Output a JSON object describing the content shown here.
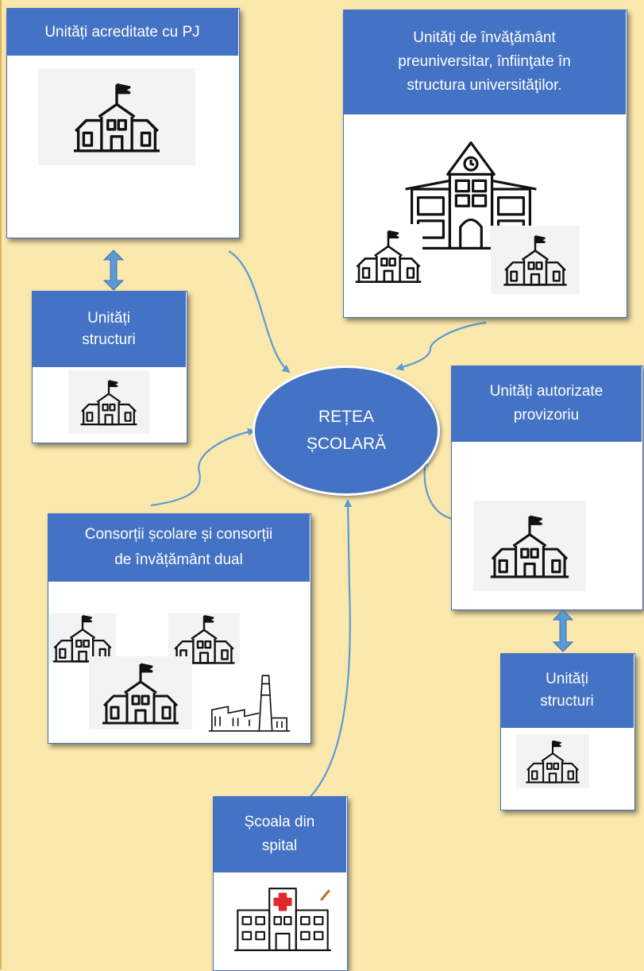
{
  "center": {
    "line1": "REȚEA",
    "line2": "ȘCOLARĂ"
  },
  "nodes": {
    "acreditate": {
      "title": "Unități acreditate cu PJ"
    },
    "universitati": {
      "title": "Unităţi de învăţământ preuniversitar, înfiinţate în structura universităţilor."
    },
    "structuri_left": {
      "line1": "Unități",
      "line2": "structuri"
    },
    "autorizate": {
      "line1": "Unități autorizate",
      "line2": "provizoriu"
    },
    "consortii": {
      "line1": "Consorții școlare și consorții",
      "line2": "de învățământ dual"
    },
    "structuri_right": {
      "line1": "Unități",
      "line2": "structuri"
    },
    "spital": {
      "line1": "Școala din",
      "line2": "spital"
    }
  },
  "icons": [
    "school-icon",
    "university-icon",
    "factory-icon",
    "hospital-icon",
    "double-arrow-icon"
  ],
  "colors": {
    "background": "#fbe8ad",
    "header": "#4472c4",
    "connector": "#5b9bd5"
  }
}
